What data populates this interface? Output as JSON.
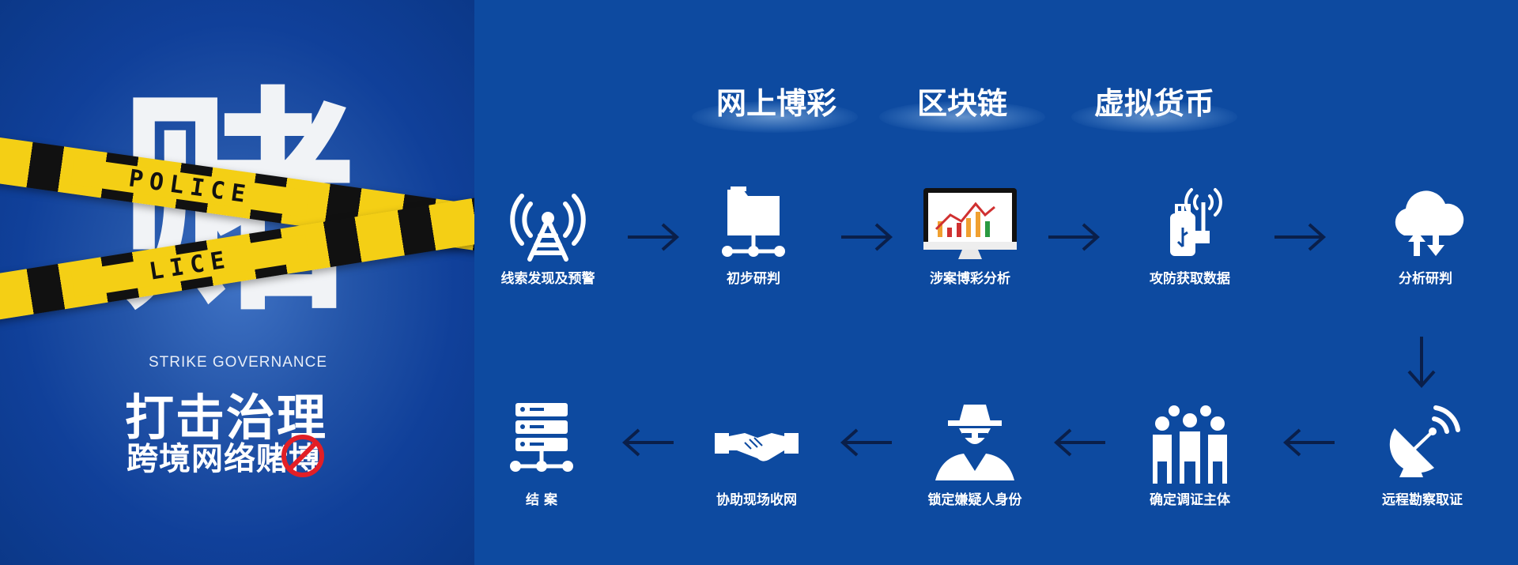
{
  "banner": {
    "big_char": "赌",
    "tape_text": "POLICE",
    "tape_text_2": "LICE",
    "strike_en": "STRIKE GOVERNANCE",
    "strike_title": "打击治理",
    "strike_subtitle": "跨境网络赌博"
  },
  "categories": [
    "网上博彩",
    "区块链",
    "虚拟货币"
  ],
  "steps": [
    {
      "label": "线索发现及预警",
      "icon": "radio-tower-icon"
    },
    {
      "label": "初步研判",
      "icon": "network-folder-icon"
    },
    {
      "label": "涉案博彩分析",
      "icon": "monitor-chart-icon"
    },
    {
      "label": "攻防获取数据",
      "icon": "usb-wireless-icon"
    },
    {
      "label": "分析研判",
      "icon": "cloud-transfer-icon"
    },
    {
      "label": "远程勘察取证",
      "icon": "satellite-dish-icon"
    },
    {
      "label": "确定调证主体",
      "icon": "people-group-icon"
    },
    {
      "label": "锁定嫌疑人身份",
      "icon": "spy-icon"
    },
    {
      "label": "协助现场收网",
      "icon": "handshake-icon"
    },
    {
      "label": "结 案",
      "icon": "server-stack-icon"
    }
  ],
  "colors": {
    "background": "#0d4aa0",
    "tape_yellow": "#f4cf15",
    "arrow": "#0a1f4a",
    "no_sign": "#e21f26"
  }
}
